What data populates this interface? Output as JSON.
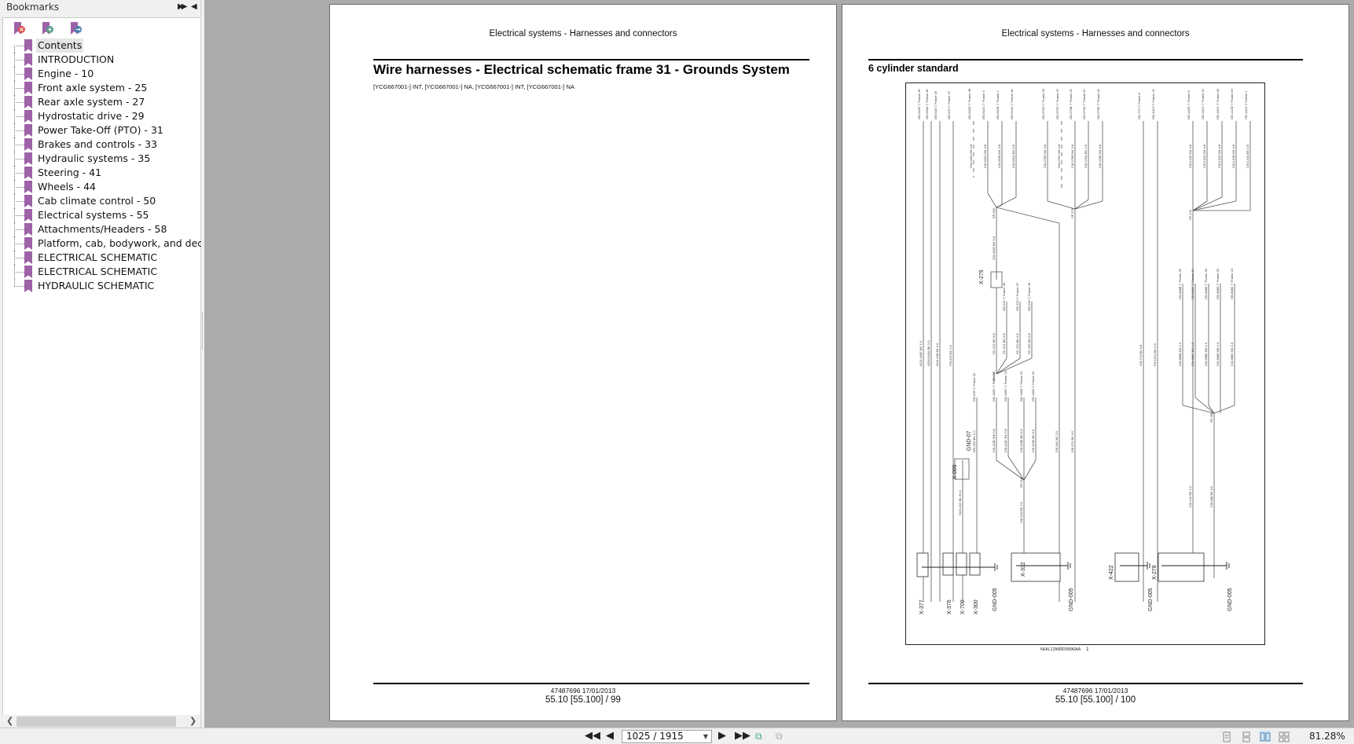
{
  "sidebar": {
    "title": "Bookmarks",
    "toolbar": {
      "delete_label": "Delete bookmark",
      "add_label": "Add bookmark",
      "goto_label": "Go to bookmark"
    },
    "items": [
      {
        "label": "Contents",
        "selected": true
      },
      {
        "label": "INTRODUCTION"
      },
      {
        "label": "Engine - 10"
      },
      {
        "label": "Front axle system - 25"
      },
      {
        "label": "Rear axle system - 27"
      },
      {
        "label": "Hydrostatic drive - 29"
      },
      {
        "label": "Power Take-Off (PTO) - 31"
      },
      {
        "label": "Brakes and controls - 33"
      },
      {
        "label": "Hydraulic systems - 35"
      },
      {
        "label": "Steering - 41"
      },
      {
        "label": "Wheels - 44"
      },
      {
        "label": "Cab climate control - 50"
      },
      {
        "label": "Electrical systems - 55"
      },
      {
        "label": "Attachments/Headers - 58"
      },
      {
        "label": "Platform, cab, bodywork, and decals -"
      },
      {
        "label": "ELECTRICAL SCHEMATIC"
      },
      {
        "label": "ELECTRICAL SCHEMATIC"
      },
      {
        "label": "HYDRAULIC SCHEMATIC"
      }
    ]
  },
  "pages": [
    {
      "header": "Electrical systems - Harnesses and connectors",
      "title": "Wire harnesses - Electrical schematic frame 31 - Grounds System",
      "subtitle": "[YCG667001-] INT, [YCG667001-] NA, [YCG667001-] INT, [YCG667001-] NA",
      "footer_doc": "47487696 17/01/2013",
      "footer_page": "55.10 [55.100] / 99"
    },
    {
      "header": "Electrical systems - Harnesses and connectors",
      "title": "6 cylinder standard",
      "footer_doc": "47487696 17/01/2013",
      "footer_page": "55.10 [55.100] / 100",
      "schematic": {
        "figure_id": "NHIL12WRD0996AA",
        "figure_num": "1",
        "top_grounds_group1": [
          "GB-944F Frame 46",
          "GB-945A Frame 46",
          "GB-948 Frame 45",
          "GB-933 Frame 47"
        ],
        "top_grounds_group2": [
          "GB-942D Frame 48",
          "GB-942C Frame 3",
          "GB-942B Frame 2",
          "GB-942A Frame 48"
        ],
        "top_grounds_group3": [
          "GB-276D Frame 63",
          "GB-276C Frame 47",
          "GB-276B Frame 42",
          "GB-276A Frame 42",
          "GB-276E Frame 41"
        ],
        "top_grounds_group4": [
          "GB-774 Frame 8",
          "GB-1014 Frame 13"
        ],
        "top_grounds_group5": [
          "GB-141E Frame 8",
          "GB-141D Frame 62",
          "GB-141C Frame 60",
          "GB-141B Frame 59",
          "GB-141A Frame 1"
        ],
        "wires_group2": [
          "CM-942D BK 0.8",
          "CM-942C BK 0.8",
          "CM-942B BK 0.8",
          "CM-942A BK 0.8"
        ],
        "wires_group3": [
          "CM-276D BK 0.8",
          "CM-276C BK 0.8",
          "CM-276B BK 0.8",
          "CM-276A BK 0.8",
          "CM-276E BK 0.8"
        ],
        "wires_group5": [
          "CM-141E BK 0.8",
          "CM-141D BK 0.8",
          "CM-141C BK 0.8",
          "CM-141B BK 0.8",
          "CM-141A BK 0.8"
        ],
        "splices": [
          "SP-942",
          "SP-276",
          "SP-141",
          "SP-006",
          "SP-118",
          "SP-688"
        ],
        "mid_wires": [
          "ACA-944F BK 1.0",
          "ADM-945A BK 3.0",
          "ACA-948 BK 5.0",
          "FM-933 BK 2.0",
          "CM-942E BK 0.8",
          "SC-219 BK 0.8",
          "SC-221 BK 0.8",
          "SC-220 BK 0.8",
          "SC-209 BK 0.8",
          "CM-774 BK 0.8",
          "FH-1014 BK 0.8"
        ],
        "mid_grounds": [
          "GB-221 Frame 40",
          "GB-220 Frame 37",
          "GB-209 Frame 40"
        ],
        "right_grounds": [
          "GB-688B Frame 36",
          "GB-688F Frame 23",
          "GB-688E Frame 36",
          "GB-688D Frame 25",
          "GB-688C Frame 23"
        ],
        "right_wires": [
          "CM-688B BK 1.0",
          "CM-688F BK 1.0",
          "CM-688E BK 1.0",
          "CM-688D BK 2.0",
          "CM-688C BK 2.0",
          "CM-141 BK 2.0",
          "CM-688 BK 3.0"
        ],
        "low_grounds": [
          "GB-205 Frame 22",
          "GB-118D Frame 9",
          "GB-118C Frame 20",
          "GB-118B Frame 20",
          "GB-118A Frame 20"
        ],
        "low_wires": [
          "WS-205 BK 1.0",
          "CM-118D BK 0.8",
          "CM-118C BK 0.8",
          "CM-118B BK 0.8",
          "CM-118A BK 0.8",
          "CM-942 BK 2.0",
          "CM-276 BK 3.0",
          "SOS-102 BK 25.0",
          "CM-118 BK 2.0"
        ],
        "connectors": [
          "X-279",
          "X-009",
          "X-377",
          "X-376",
          "X-700",
          "X-300",
          "X-332",
          "X-422",
          "X-278"
        ],
        "grounds": [
          "GND-07",
          "GND-005",
          "GND-005",
          "GND-005",
          "GND-005"
        ]
      }
    }
  ],
  "bottombar": {
    "first_page": "First page",
    "prev_page": "Previous page",
    "page_indicator": "1025 / 1915",
    "next_page": "Next page",
    "last_page": "Last page",
    "zoom": "81.28%"
  }
}
